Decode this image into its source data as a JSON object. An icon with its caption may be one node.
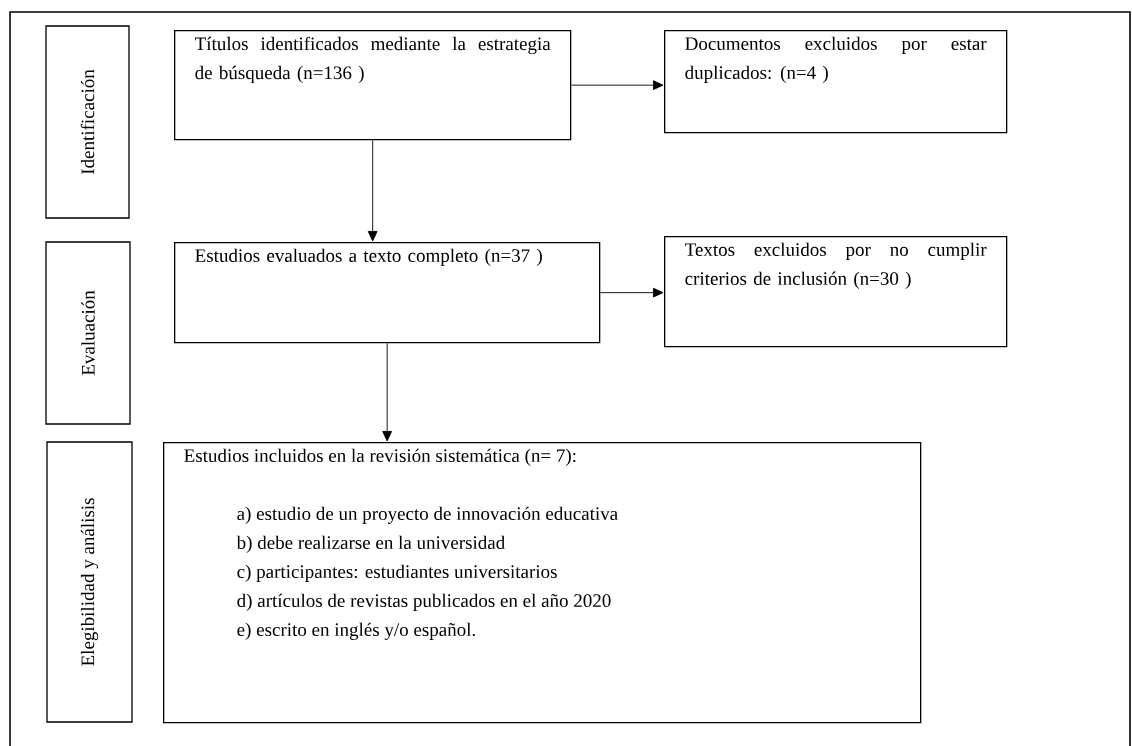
{
  "diagram": {
    "nodes": [
      {
        "text": [
          "Identificación"
        ]
      },
      {
        "text": [
          "Títulos identificados mediante la estrategia de búsqueda (n=136 )"
        ]
      },
      {
        "text": [
          "Documentos excluidos por estar duplicados: (n=4 )"
        ]
      },
      {
        "text": [
          "Evaluación"
        ]
      },
      {
        "text": [
          "Estudios evaluados a texto completo (n=37 )"
        ]
      },
      {
        "text": [
          "Textos excluidos por no cumplir criterios de inclusión (n=30 )"
        ]
      },
      {
        "text": [
          "Elegibilidad y análisis"
        ]
      },
      {
        "text": [
          "Estudios incluidos en la revisión sistemática (n= 7):",
          "a) estudio de un proyecto de innovación educativa",
          "b) debe realizarse en la universidad",
          "c) participantes: estudiantes universitarios",
          "d) artículos de revistas publicados en el año 2020",
          "e) escrito en inglés y/o español."
        ]
      }
    ],
    "edges": [
      {
        "from": 1,
        "to": 2,
        "arrow": "to"
      },
      {
        "from": 1,
        "to": 4,
        "arrow": "to"
      },
      {
        "from": 4,
        "to": 5,
        "arrow": "to"
      },
      {
        "from": 4,
        "to": 7,
        "arrow": "to"
      }
    ]
  }
}
